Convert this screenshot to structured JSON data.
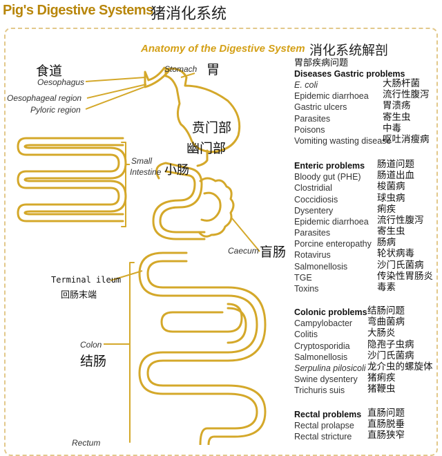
{
  "header": {
    "title": "Pig's Digestive Systems",
    "title_cn": "猪消化系统"
  },
  "anatomy": {
    "title": "Anatomy of the Digestive System",
    "title_cn": "消化系统解剖"
  },
  "labels": {
    "oesophagus_cn": "食道",
    "oesophagus": "Oesophagus",
    "oesophageal_region": "Oesophageal region",
    "pyloric_region": "Pyloric region",
    "stomach": "Stomach",
    "stomach_cn": "胃",
    "cardia_cn": "贲门部",
    "pylorus_cn": "幽门部",
    "small_intestine_1": "Small",
    "small_intestine_2": "Intestine",
    "small_intestine_cn": "小肠",
    "caecum": "Caecum",
    "caecum_cn": "盲肠",
    "terminal_ileum": "Terminal ileum",
    "terminal_ileum_cn": "回肠末端",
    "colon": "Colon",
    "colon_cn": "结肠",
    "rectum": "Rectum"
  },
  "panel": {
    "gastric": {
      "heading_cn": "胃部疾病问题",
      "heading": "Diseases Gastric problems",
      "items": [
        {
          "en": "E. coli",
          "zh": "大肠杆菌",
          "italic": true
        },
        {
          "en": "Epidemic diarrhoea",
          "zh": "流行性腹泻"
        },
        {
          "en": "Gastric ulcers",
          "zh": "胃溃疡"
        },
        {
          "en": "Parasites",
          "zh": "寄生虫"
        },
        {
          "en": "Poisons",
          "zh": "中毒"
        },
        {
          "en": "Vomiting wasting disease",
          "zh": "呕吐消瘦病"
        }
      ]
    },
    "enteric": {
      "heading": "Enteric problems",
      "heading_cn": "肠道问题",
      "items": [
        {
          "en": "Bloody gut (PHE)",
          "zh": "肠道出血"
        },
        {
          "en": "Clostridial",
          "zh": "梭菌病"
        },
        {
          "en": "Coccidiosis",
          "zh": "球虫病"
        },
        {
          "en": "Dysentery",
          "zh": "痢疾"
        },
        {
          "en": "Epidemic diarrhoea",
          "zh": "流行性腹泻"
        },
        {
          "en": "Parasites",
          "zh": "寄生虫"
        },
        {
          "en": "Porcine enteropathy",
          "zh": "肠病"
        },
        {
          "en": "Rotavirus",
          "zh": "轮状病毒"
        },
        {
          "en": "Salmonellosis",
          "zh": "沙门氏菌病"
        },
        {
          "en": "TGE",
          "zh": "传染性胃肠炎"
        },
        {
          "en": "Toxins",
          "zh": "毒素"
        }
      ]
    },
    "colonic": {
      "heading": "Colonic problems",
      "heading_cn": "结肠问题",
      "items": [
        {
          "en": "Campylobacter",
          "zh": "弯曲菌病"
        },
        {
          "en": "Colitis",
          "zh": "大肠炎"
        },
        {
          "en": "Cryptosporidia",
          "zh": "隐孢子虫病"
        },
        {
          "en": "Salmonellosis",
          "zh": "沙门氏菌病"
        },
        {
          "en": "Serpulina pilosicoli",
          "zh": "龙介虫的螺旋体",
          "italic": true
        },
        {
          "en": "Swine dysentery",
          "zh": "猪痢疾"
        },
        {
          "en": "Trichuris suis",
          "zh": "猪鞭虫"
        }
      ]
    },
    "rectal": {
      "heading": "Rectal problems",
      "heading_cn": "直肠问题",
      "items": [
        {
          "en": "Rectal prolapse",
          "zh": "直肠脱垂"
        },
        {
          "en": "Rectal stricture",
          "zh": "直肠狭窄"
        }
      ]
    }
  },
  "colors": {
    "organ": "#d4a82a",
    "title": "#b8860b",
    "dashed_frame": "#e2c88a"
  }
}
